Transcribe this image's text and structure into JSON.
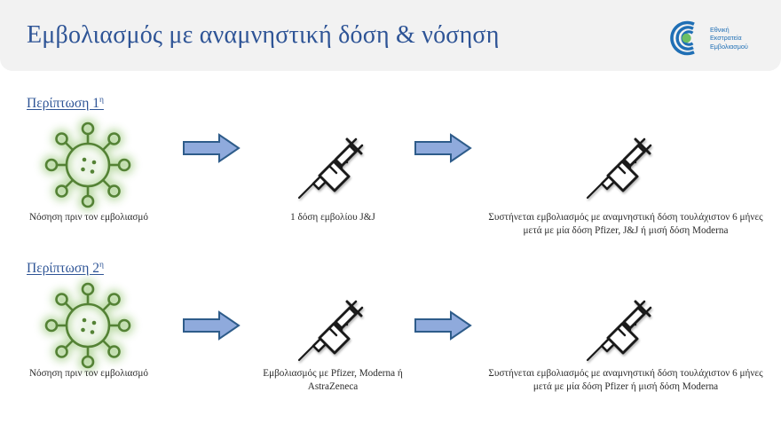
{
  "header": {
    "title": "Εμβολιασμός με αναμνηστική δόση & νόσηση",
    "logo": {
      "name": "ethniki-ekstrateia-emvoliasmou-logo",
      "line1": "Εθνική",
      "line2": "Εκστρατεία",
      "line3": "Εμβολιασμού",
      "arc_color": "#1f6fb5",
      "dot_color": "#6cbf63",
      "text_color": "#1f6fb5"
    },
    "band_color": "#f2f2f2",
    "title_color": "#2e5496"
  },
  "cases": [
    {
      "heading": "Περίπτωση 1",
      "heading_sup": "η",
      "steps": [
        {
          "icon": "virus-icon",
          "caption": "Νόσηση πριν τον εμβολιασμό"
        },
        {
          "icon": "syringe-icon",
          "caption": "1 δόση εμβολίου J&J"
        },
        {
          "icon": "syringe-icon",
          "caption": "Συστήνεται εμβολιασμός με αναμνηστική δόση τουλάχιστον 6 μήνες μετά με μία δόση Pfizer, J&J ή μισή δόση Moderna"
        }
      ]
    },
    {
      "heading": "Περίπτωση 2",
      "heading_sup": "η",
      "steps": [
        {
          "icon": "virus-icon",
          "caption": "Νόσηση πριν τον εμβολιασμό"
        },
        {
          "icon": "syringe-icon",
          "caption": "Εμβολιασμός με Pfizer, Moderna ή AstraZeneca"
        },
        {
          "icon": "syringe-icon",
          "caption": "Συστήνεται εμβολιασμός με αναμνηστική δόση τουλάχιστον 6 μήνες μετά με μία δόση Pfizer ή μισή δόση Moderna"
        }
      ]
    }
  ],
  "arrows": {
    "icon": "right-arrow-icon",
    "fill": "#8faadc",
    "stroke": "#2e5c8a"
  },
  "colors": {
    "virus_outline": "#548235",
    "virus_glow": "#a9d18e",
    "syringe": "#1a1a1a",
    "background": "#ffffff"
  }
}
